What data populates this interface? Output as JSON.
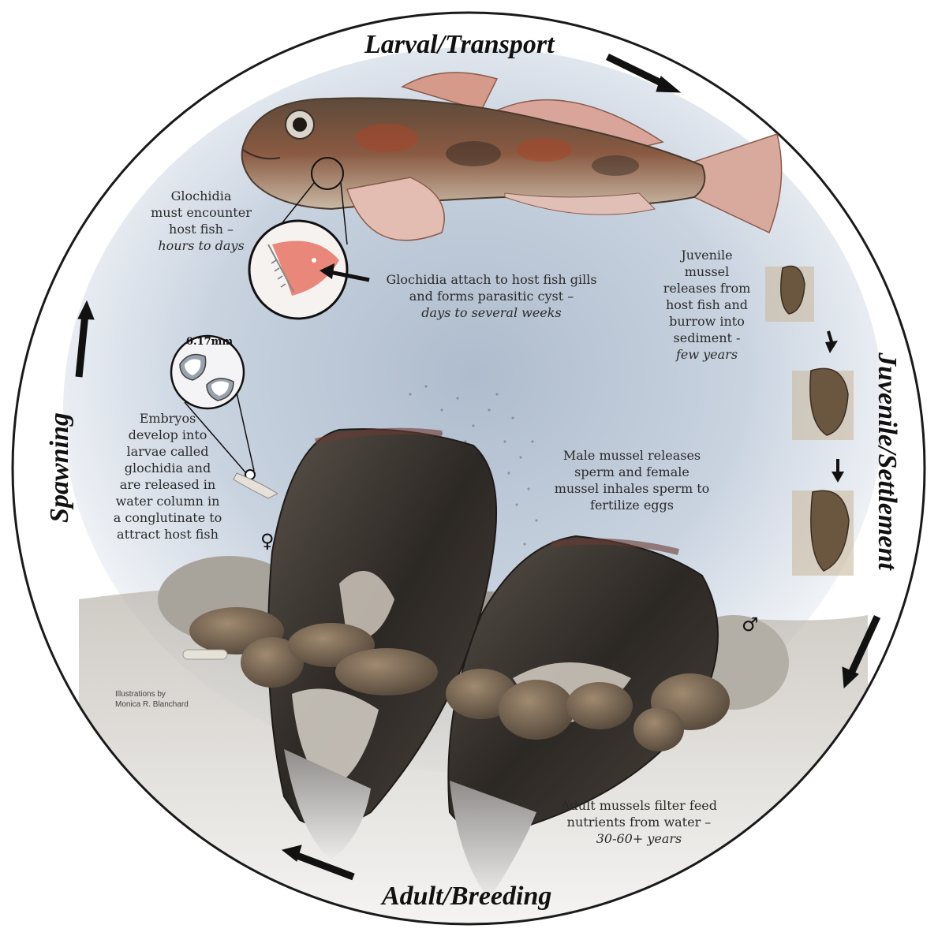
{
  "stages": {
    "larval": "Larval/Transport",
    "juvenile": "Juvenile/Settlement",
    "adult": "Adult/Breeding",
    "spawning": "Spawning"
  },
  "notes": {
    "host_fish": {
      "lines": [
        "Glochidia",
        "must encounter",
        "host fish –"
      ],
      "duration": "hours to days"
    },
    "attach": {
      "lines": [
        "Glochidia attach to host fish gills",
        "and forms parasitic cyst –"
      ],
      "duration": "days to several weeks"
    },
    "juvenile": {
      "lines": [
        "Juvenile",
        "mussel",
        "releases from",
        "host fish and",
        "burrow into",
        "sediment -"
      ],
      "duration": "few years"
    },
    "embryos": {
      "lines": [
        "Embryos",
        "develop into",
        "larvae called",
        "glochidia and",
        "are released in",
        "water column in",
        "a conglutinate to",
        "attract host fish"
      ]
    },
    "sperm": {
      "lines": [
        "Male mussel releases",
        "sperm and female",
        "mussel inhales sperm to",
        "fertilize eggs"
      ]
    },
    "adult": {
      "lines": [
        "Adult mussels filter feed",
        "nutrients from water –"
      ],
      "duration": "30-60+ years"
    }
  },
  "scale_label": "0.17mm",
  "symbols": {
    "female": "♀",
    "male": "♂"
  },
  "credit": [
    "Illustrations by",
    "Monica R. Blanchard"
  ],
  "colors": {
    "water": "#c9d3e0",
    "ring": "#1a1a1a",
    "shell": "#3b3631",
    "fish": "#7a4a3a",
    "gill": "#e8877a"
  }
}
